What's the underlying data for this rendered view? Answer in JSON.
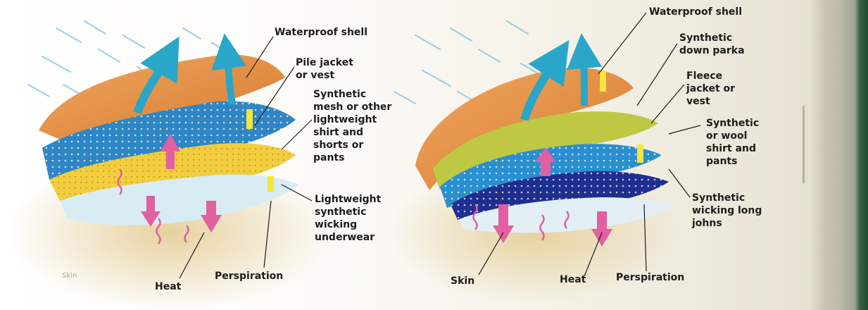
{
  "left_diagram": {
    "labels": {
      "waterproof_shell": "Waterproof shell",
      "pile_jacket": "Pile jacket\nor vest",
      "synthetic_mesh": "Synthetic\nmesh or other\nlightweight\nshirt and\nshorts or\npants",
      "lightweight_underwear": "Lightweight\nsynthetic\nwicking\nunderwear",
      "perspiration": "Perspiration",
      "heat": "Heat",
      "skin": "Skin"
    }
  },
  "right_diagram": {
    "labels": {
      "waterproof_shell": "Waterproof shell",
      "down_parka": "Synthetic\ndown parka",
      "fleece_jacket": "Fleece\njacket or\nvest",
      "shirt_pants": "Synthetic\nor wool\nshirt and\npants",
      "long_johns": "Synthetic\nwicking long\njohns",
      "skin": "Skin",
      "heat": "Heat",
      "perspiration": "Perspiration"
    }
  },
  "colors": {
    "shell": "#e3893e",
    "pile": "#2f86c4",
    "mesh": "#f2cd3e",
    "underwear": "#d8ecf4",
    "parka": "#bfc842",
    "fleece": "#2a8fcf",
    "shirt": "#1f2f8f",
    "long_johns": "#e2f0f6",
    "skin": "#e6cf9a",
    "heat_arrow": "#e25fa0",
    "vapor_arrow": "#2aa6c8",
    "perspiration": "#f4e63a"
  }
}
